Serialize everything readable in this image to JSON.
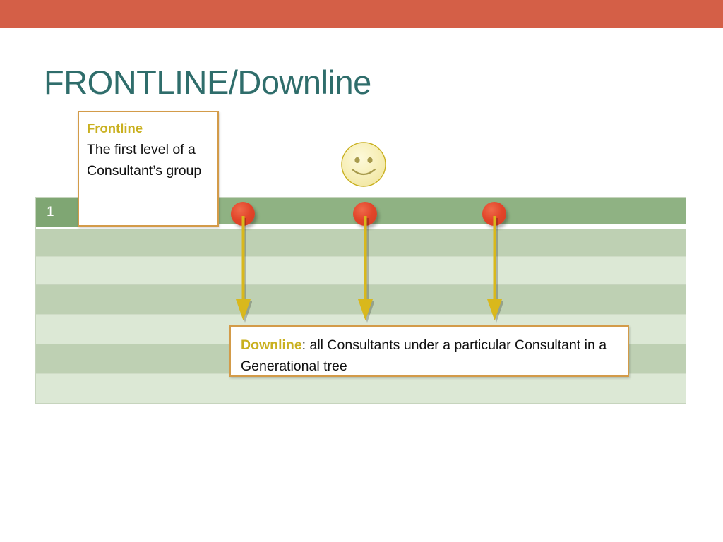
{
  "slide": {
    "title": "FRONTLINE/Downline",
    "accent_bar_color": "#d45f47",
    "title_color": "#2f6d6b"
  },
  "callouts": {
    "frontline": {
      "keyword": "Frontline",
      "body": "The first level of a Consultant’s group",
      "keyword_color": "#c9b01f",
      "border_color": "#d39b49"
    },
    "downline": {
      "keyword": "Downline",
      "body": ": all Consultants under a particular Consultant in a Generational tree",
      "line1": "Downline: all Consultants under a particular",
      "line2": "Consultant in a Generational tree",
      "body_line1": ": all Consultants under a particular",
      "body_line2": "Consultant in a Generational tree",
      "keyword_color": "#c9b01f",
      "border_color": "#d39b49"
    }
  },
  "generation_table": {
    "header_label": "1",
    "header_color": "#8fb283",
    "header_cell_color": "#7fa673",
    "band_a_color": "#bede b3",
    "row_band_a": "#bed0b3",
    "row_band_b": "#dce8d5",
    "row_count": 6
  },
  "nodes": {
    "dot_color": "#e2452a",
    "arrow_color": "#d9b81c",
    "count": 3,
    "labels": [
      "frontline-node-1",
      "frontline-node-2",
      "frontline-node-3"
    ]
  },
  "smiley": {
    "face_color": "#f7f0c0",
    "outline_color": "#c9b01f",
    "feature_color": "#a89b4d"
  }
}
